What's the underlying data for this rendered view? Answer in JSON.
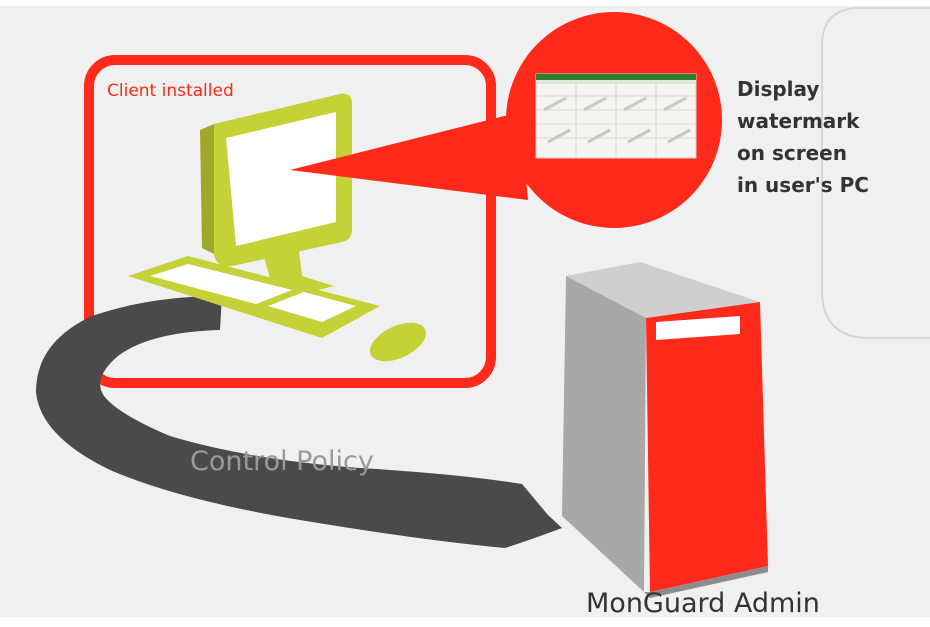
{
  "diagram": {
    "client_label": "Client installed",
    "callout_text": [
      "Display",
      "watermark",
      "on screen",
      "in user's PC"
    ],
    "flow_label": "Control Policy",
    "server_label": "MonGuard Admin"
  },
  "colors": {
    "background": "#f0f0f0",
    "accent_red": "#ff2a1a",
    "pc_green": "#c4d137",
    "policy_band": "#4a4a4a",
    "server_gray": "#a8a8a8",
    "text_dark": "#333333",
    "text_light": "#9a9a9a"
  }
}
